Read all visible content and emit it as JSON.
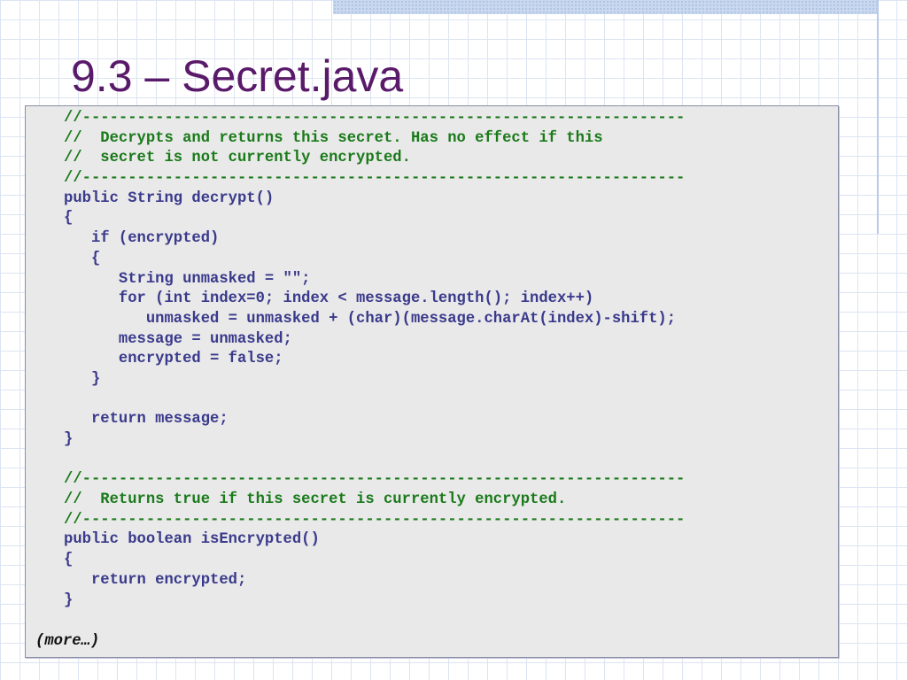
{
  "slide": {
    "title": "9.3 – Secret.java"
  },
  "colors": {
    "title": "#5a1a6a",
    "code": "#3a3a8c",
    "comment": "#1a7a1a",
    "code_background": "#e9e9e9"
  },
  "code": {
    "lines": [
      {
        "text": "//------------------------------------------------------------------",
        "kind": "comment"
      },
      {
        "text": "//  Decrypts and returns this secret. Has no effect if this",
        "kind": "comment"
      },
      {
        "text": "//  secret is not currently encrypted.",
        "kind": "comment"
      },
      {
        "text": "//------------------------------------------------------------------",
        "kind": "comment"
      },
      {
        "text": "public String decrypt()",
        "kind": "code"
      },
      {
        "text": "{",
        "kind": "code"
      },
      {
        "text": "   if (encrypted)",
        "kind": "code"
      },
      {
        "text": "   {",
        "kind": "code"
      },
      {
        "text": "      String unmasked = \"\";",
        "kind": "code"
      },
      {
        "text": "      for (int index=0; index < message.length(); index++)",
        "kind": "code"
      },
      {
        "text": "         unmasked = unmasked + (char)(message.charAt(index)-shift);",
        "kind": "code"
      },
      {
        "text": "      message = unmasked;",
        "kind": "code"
      },
      {
        "text": "      encrypted = false;",
        "kind": "code"
      },
      {
        "text": "   }",
        "kind": "code"
      },
      {
        "text": "",
        "kind": "blank"
      },
      {
        "text": "   return message;",
        "kind": "code"
      },
      {
        "text": "}",
        "kind": "code"
      },
      {
        "text": "",
        "kind": "blank"
      },
      {
        "text": "//------------------------------------------------------------------",
        "kind": "comment"
      },
      {
        "text": "//  Returns true if this secret is currently encrypted.",
        "kind": "comment"
      },
      {
        "text": "//------------------------------------------------------------------",
        "kind": "comment"
      },
      {
        "text": "public boolean isEncrypted()",
        "kind": "code"
      },
      {
        "text": "{",
        "kind": "code"
      },
      {
        "text": "   return encrypted;",
        "kind": "code"
      },
      {
        "text": "}",
        "kind": "code"
      }
    ],
    "more_label": "(more…)"
  }
}
